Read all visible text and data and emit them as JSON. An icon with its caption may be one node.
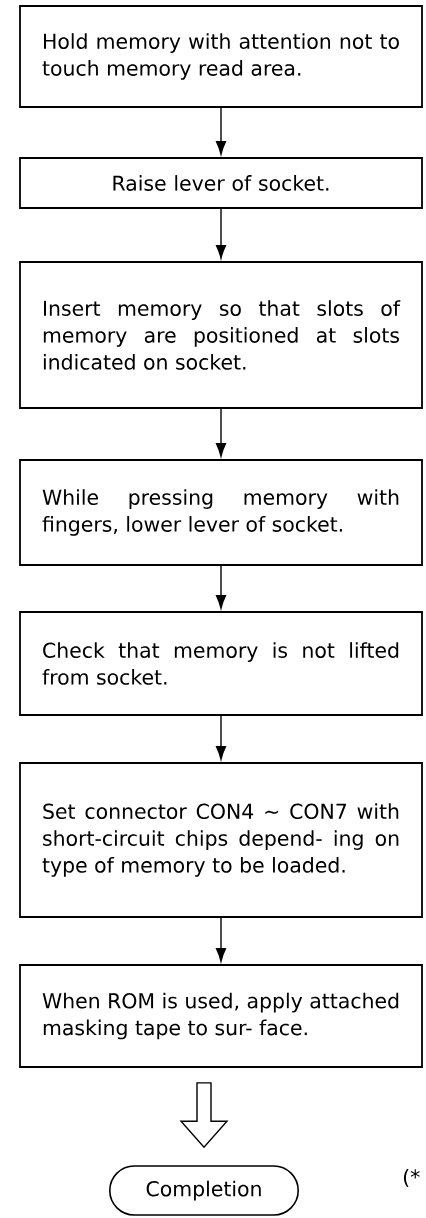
{
  "diagram": {
    "nodes": [
      {
        "text": [
          "Hold memory with attention not to touch memory read area."
        ]
      },
      {
        "text": [
          "Raise lever of socket."
        ]
      },
      {
        "text": [
          "Insert memory so that slots of memory are positioned at slots indicated on socket."
        ]
      },
      {
        "text": [
          "While pressing memory with fingers, lower lever of socket."
        ]
      },
      {
        "text": [
          "Check that memory is not lifted from socket."
        ]
      },
      {
        "text": [
          "Set connector CON4 ~ CON7 with short-circuit chips depend- ing on type of memory to be loaded."
        ]
      },
      {
        "text": [
          "When ROM is used, apply attached masking tape to sur- face."
        ]
      },
      {
        "text": [
          "Completion"
        ]
      }
    ],
    "edges": [
      {
        "from": 0,
        "to": 1,
        "arrow": "to"
      },
      {
        "from": 1,
        "to": 2,
        "arrow": "to"
      },
      {
        "from": 2,
        "to": 3,
        "arrow": "to"
      },
      {
        "from": 3,
        "to": 4,
        "arrow": "to"
      },
      {
        "from": 4,
        "to": 5,
        "arrow": "to"
      },
      {
        "from": 5,
        "to": 6,
        "arrow": "to"
      },
      {
        "from": 6,
        "to": 7,
        "arrow": "to",
        "style": "thick"
      }
    ],
    "labels": [
      "(*"
    ]
  }
}
